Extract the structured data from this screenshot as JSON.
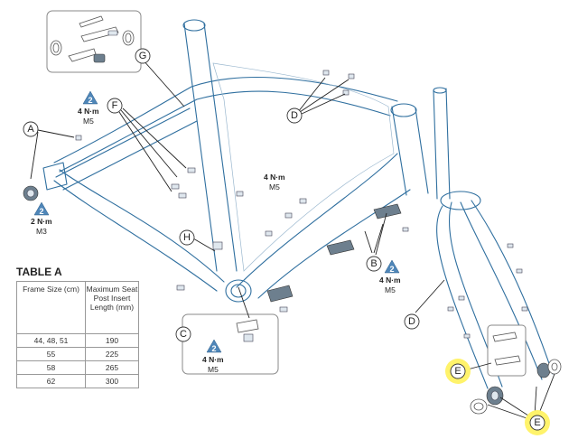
{
  "callouts": {
    "A": "A",
    "B": "B",
    "C": "C",
    "D_top": "D",
    "D_fork": "D",
    "E_fork": "E",
    "E_bottom": "E",
    "F": "F",
    "G": "G",
    "H": "H"
  },
  "torque_specs": {
    "rear_dropout": {
      "badge": "2",
      "torque": "2 N·m",
      "thread": "M3"
    },
    "top_left": {
      "badge": "2",
      "torque": "4 N·m",
      "thread": "M5"
    },
    "frame_center": {
      "torque": "4 N·m",
      "thread": "M5"
    },
    "right_b": {
      "badge": "2",
      "torque": "4 N·m",
      "thread": "M5"
    },
    "box_c": {
      "badge": "2",
      "torque": "4 N·m",
      "thread": "M5"
    }
  },
  "table": {
    "title": "TABLE A",
    "headers": [
      "Frame Size (cm)",
      "Maximum Seat Post Insert Length (mm)"
    ],
    "rows": [
      [
        "44, 48, 51",
        "190"
      ],
      [
        "55",
        "225"
      ],
      [
        "58",
        "265"
      ],
      [
        "62",
        "300"
      ]
    ]
  },
  "colors": {
    "frame_line": "#2f6f9f",
    "badge": "#4f86b8",
    "highlight": "#fff36b"
  }
}
